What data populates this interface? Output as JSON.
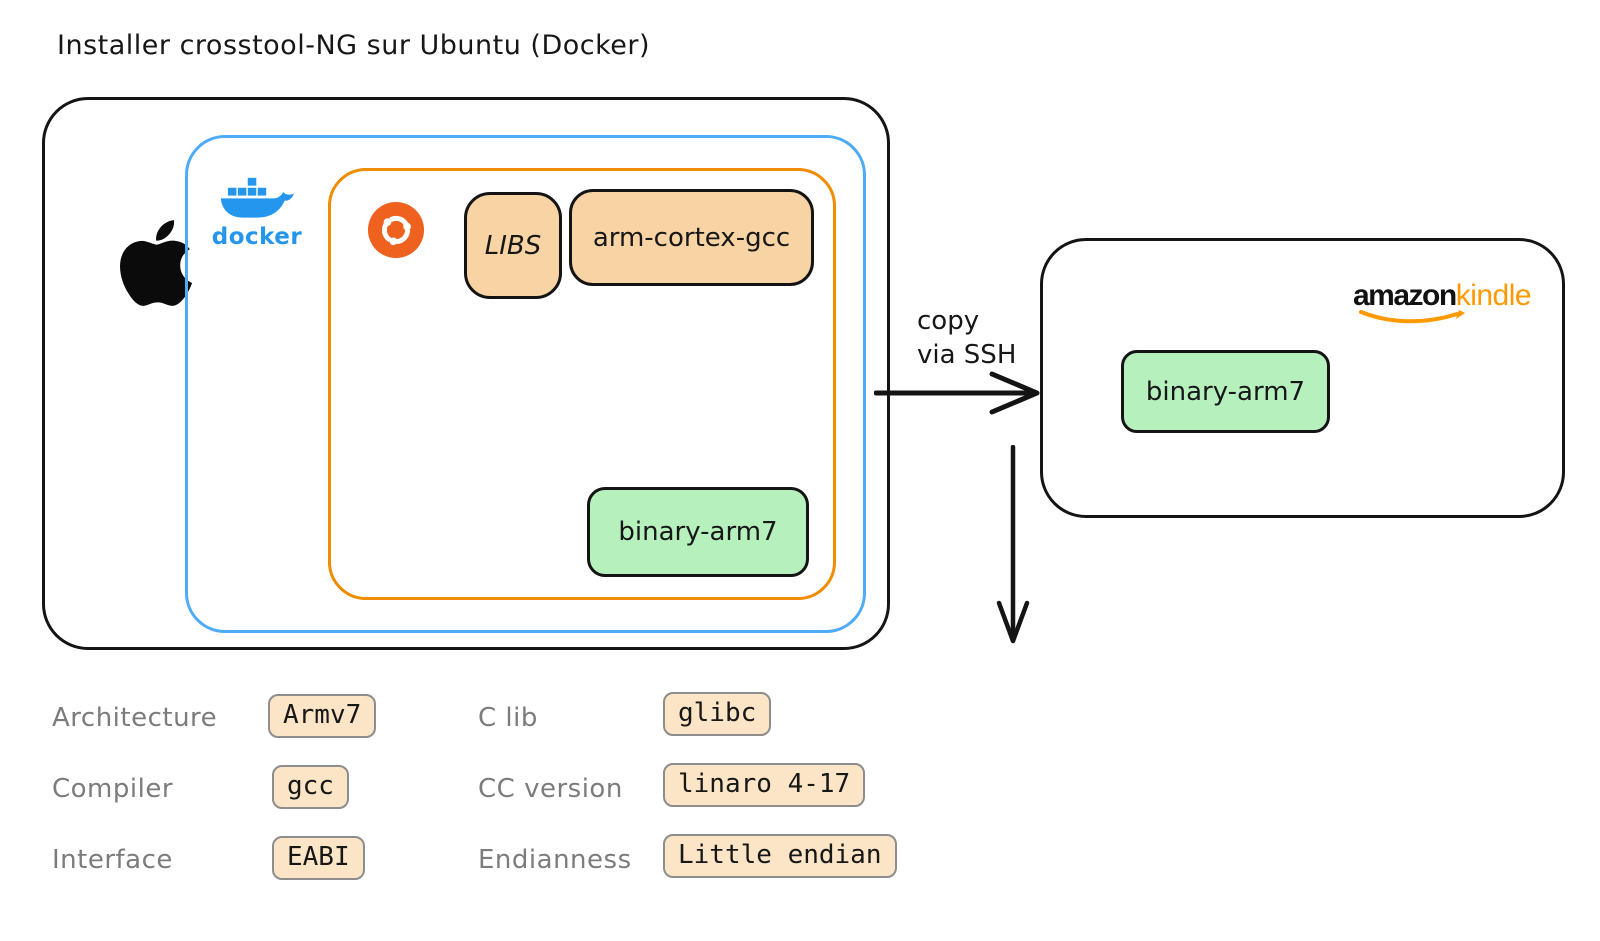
{
  "title": "Installer crosstool-NG sur Ubuntu (Docker)",
  "colors": {
    "stroke_black": "#141414",
    "container_blue": "#4dabf7",
    "container_orange": "#f08c00",
    "docker_blue": "#2496ed",
    "ubuntu_orange": "#ee611f",
    "peach_fill": "#f8d3a4",
    "green_fill": "#b5f0bd",
    "badge_fill": "#fbe5c6",
    "badge_border": "#8d8d8d",
    "label_gray": "#7c7c7c",
    "kindle_orange": "#ff9900"
  },
  "host": {
    "logo": "apple-logo"
  },
  "docker": {
    "label": "docker",
    "logo": "docker-whale-logo"
  },
  "ubuntu": {
    "logo": "ubuntu-logo"
  },
  "nodes": {
    "libs": {
      "label": "LIBS"
    },
    "compiler": {
      "label": "arm-cortex-gcc"
    },
    "binary_local": {
      "label": "binary-arm7"
    },
    "binary_kindle": {
      "label": "binary-arm7"
    }
  },
  "transfer": {
    "line1": "copy",
    "line2": "via SSH"
  },
  "kindle": {
    "brand": "amazon",
    "product": "kindle"
  },
  "properties": [
    {
      "label": "Architecture",
      "value": "Armv7"
    },
    {
      "label": "Compiler",
      "value": "gcc"
    },
    {
      "label": "Interface",
      "value": "EABI"
    },
    {
      "label": "C lib",
      "value": "glibc"
    },
    {
      "label": "CC version",
      "value": "linaro 4-17"
    },
    {
      "label": "Endianness",
      "value": "Little endian"
    }
  ]
}
